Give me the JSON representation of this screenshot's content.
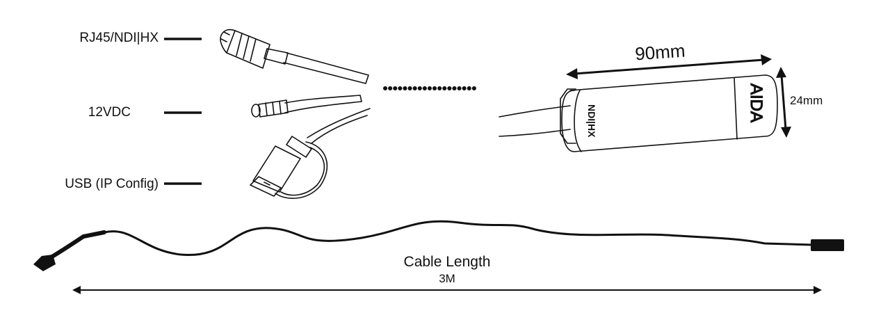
{
  "connectors": {
    "rj45_label": "RJ45/NDI|HX",
    "power_label": "12VDC",
    "usb_label": "USB (IP Config)"
  },
  "camera": {
    "length_label": "90mm",
    "diameter_label": "24mm",
    "brand_text": "AIDA",
    "end_text": "NDI|HX"
  },
  "cable": {
    "title": "Cable Length",
    "length": "3M"
  }
}
